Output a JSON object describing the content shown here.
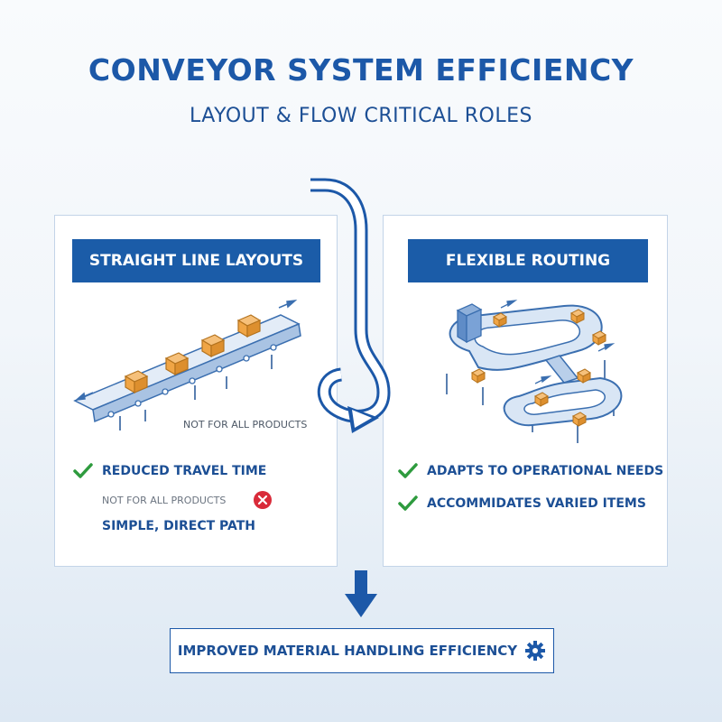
{
  "title": "CONVEYOR SYSTEM EFFICIENCY",
  "subtitle": "LAYOUT & FLOW CRITICAL ROLES",
  "left_panel": {
    "header": "STRAIGHT LINE LAYOUTS",
    "illustration_note": "NOT FOR ALL PRODUCTS",
    "bullets": {
      "pro": "REDUCED TRAVEL TIME",
      "con": "NOT FOR ALL PRODUCTS",
      "plain": "SIMPLE, DIRECT PATH"
    }
  },
  "right_panel": {
    "header": "FLEXIBLE ROUTING",
    "bullets": [
      "ADAPTS TO OPERATIONAL NEEDS",
      "ACCOMMIDATES VARIED ITEMS"
    ]
  },
  "conclusion": "IMPROVED MATERIAL HANDLING EFFICIENCY",
  "colors": {
    "primary_blue": "#1b5ca8",
    "check_green": "#2e9b3e",
    "x_red": "#d92b3a",
    "box_orange": "#f0a545"
  },
  "icons": [
    "check-icon",
    "x-icon",
    "gear-icon",
    "down-arrow-icon",
    "curved-flow-arrow"
  ]
}
